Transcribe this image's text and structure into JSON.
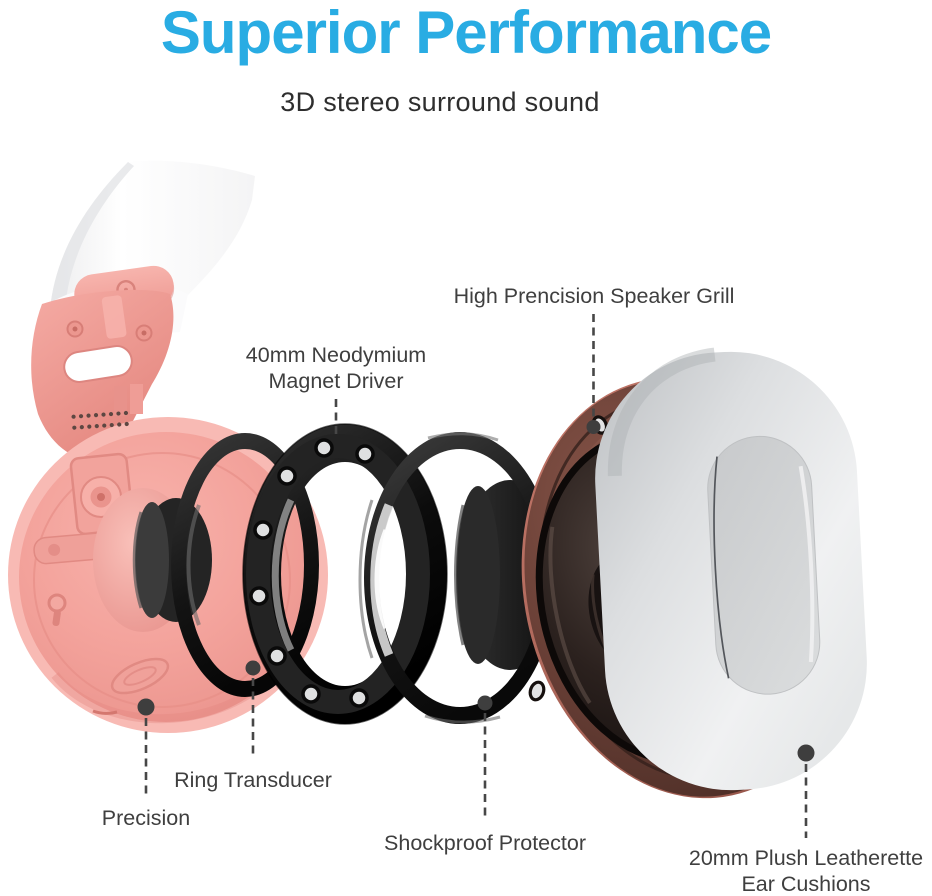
{
  "header": {
    "title": "Superior Performance",
    "subtitle": "3D stereo surround sound"
  },
  "callouts": {
    "speaker_grill": {
      "label": "High Prencision Speaker Grill"
    },
    "magnet_driver": {
      "label_line1": "40mm Neodymium",
      "label_line2": "Magnet Driver"
    },
    "ring_transducer": {
      "label": "Ring Transducer"
    },
    "precision": {
      "label": "Precision"
    },
    "shockproof": {
      "label": "Shockproof Protector"
    },
    "ear_cushions": {
      "label_line1": "20mm Plush Leatherette",
      "label_line2": "Ear Cushions"
    }
  },
  "colors": {
    "title_blue": "#29ace3",
    "label_gray": "#3f3f3f",
    "callout_line": "#474747",
    "shell_pink": "#f3a39c",
    "ring_black": "#151515",
    "driver_brown": "#6b4138",
    "cushion_gray": "#e9ebec",
    "background": "#ffffff"
  }
}
